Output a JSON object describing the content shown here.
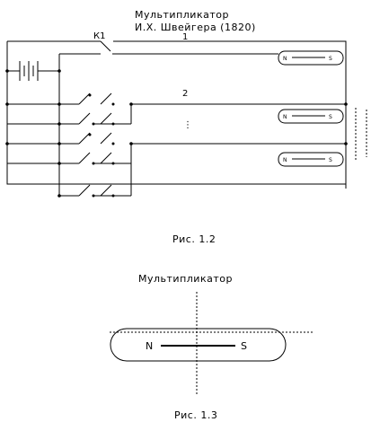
{
  "top_figure": {
    "title_line1": "Мультипликатор",
    "title_line2": "И.Х. Швейгера (1820)",
    "switch_label": "К1",
    "wire_label_1": "1",
    "wire_label_2": "2",
    "ellipsis": "⋮",
    "caption": "Рис. 1.2",
    "meters": [
      {
        "north": "N",
        "south": "S"
      },
      {
        "north": "N",
        "south": "S"
      },
      {
        "north": "N",
        "south": "S"
      }
    ]
  },
  "bottom_figure": {
    "title": "Мультипликатор",
    "north": "N",
    "south": "S",
    "caption": "Рис. 1.3"
  }
}
